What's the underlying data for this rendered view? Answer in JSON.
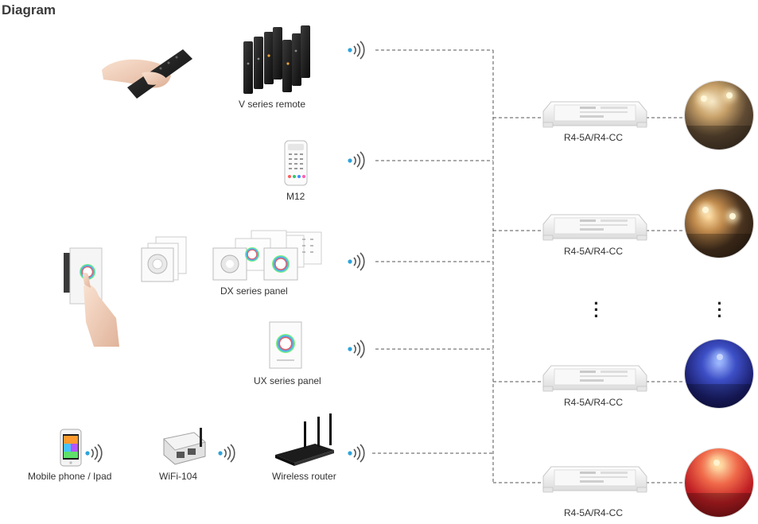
{
  "title": "Diagram",
  "sources": {
    "v_series_remote": "V series remote",
    "m12": "M12",
    "dx_series_panel": "DX series panel",
    "ux_series_panel": "UX series panel",
    "wireless_router": "Wireless router",
    "wifi_104": "WiFi-104",
    "mobile_phone": "Mobile phone / Ipad"
  },
  "receivers": [
    {
      "label": "R4-5A/R4-CC"
    },
    {
      "label": "R4-5A/R4-CC"
    },
    {
      "label": "R4-5A/R4-CC"
    },
    {
      "label": "R4-5A/R4-CC"
    }
  ],
  "colors": {
    "signal_blue": "#2ea3dc",
    "connector_line": "#555555",
    "device_white": "#f3f3f3",
    "remote_black": "#1b1b1b"
  },
  "icons": [
    "wifi-signal-icon",
    "hand-holding-remote",
    "remote-group",
    "touch-panel",
    "router",
    "smartphone"
  ]
}
